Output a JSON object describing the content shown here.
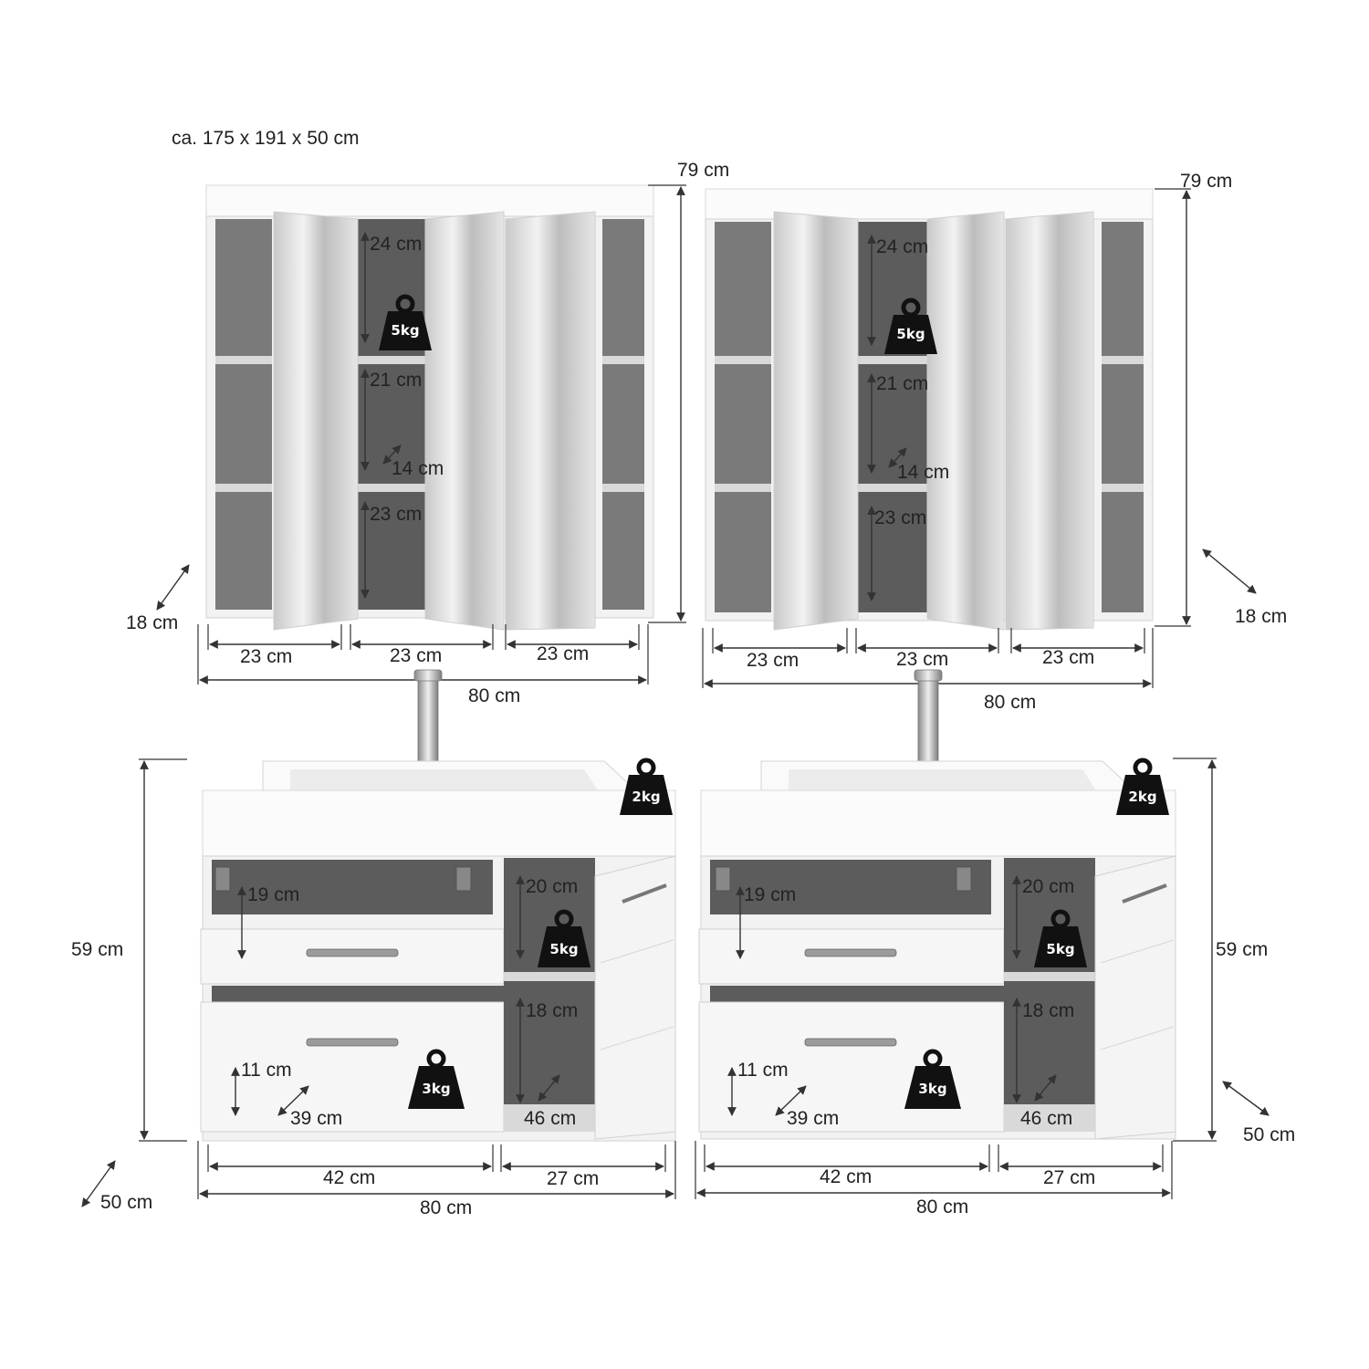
{
  "overall_size": "ca. 175 x 191 x 50 cm",
  "mirror_cabinets": [
    {
      "height": "79 cm",
      "depth": "18 cm",
      "width": "80 cm",
      "compartment_widths": [
        "23 cm",
        "23 cm",
        "23 cm"
      ],
      "shelf_heights": [
        "24 cm",
        "21 cm",
        "23 cm"
      ],
      "shelf_depth": "14 cm",
      "shelf_load": "5kg"
    },
    {
      "height": "79 cm",
      "depth": "18 cm",
      "width": "80 cm",
      "compartment_widths": [
        "23 cm",
        "23 cm",
        "23 cm"
      ],
      "shelf_heights": [
        "24 cm",
        "21 cm",
        "23 cm"
      ],
      "shelf_depth": "14 cm",
      "shelf_load": "5kg"
    }
  ],
  "vanity_units": [
    {
      "height": "59 cm",
      "depth": "50 cm",
      "width": "80 cm",
      "basin_load": "2kg",
      "upper_drawer_height": "19 cm",
      "lower_drawer_height": "11 cm",
      "drawer_depth": "39 cm",
      "drawer_load": "3kg",
      "drawer_width": "42 cm",
      "side_width": "27 cm",
      "side_shelf_heights": [
        "20 cm",
        "18 cm"
      ],
      "side_depth": "46 cm",
      "side_shelf_load": "5kg"
    },
    {
      "height": "59 cm",
      "depth": "50 cm",
      "width": "80 cm",
      "basin_load": "2kg",
      "upper_drawer_height": "19 cm",
      "lower_drawer_height": "11 cm",
      "drawer_depth": "39 cm",
      "drawer_load": "3kg",
      "drawer_width": "42 cm",
      "side_width": "27 cm",
      "side_shelf_heights": [
        "20 cm",
        "18 cm"
      ],
      "side_depth": "46 cm",
      "side_shelf_load": "5kg"
    }
  ],
  "icons": {
    "weight": "weight-icon"
  }
}
